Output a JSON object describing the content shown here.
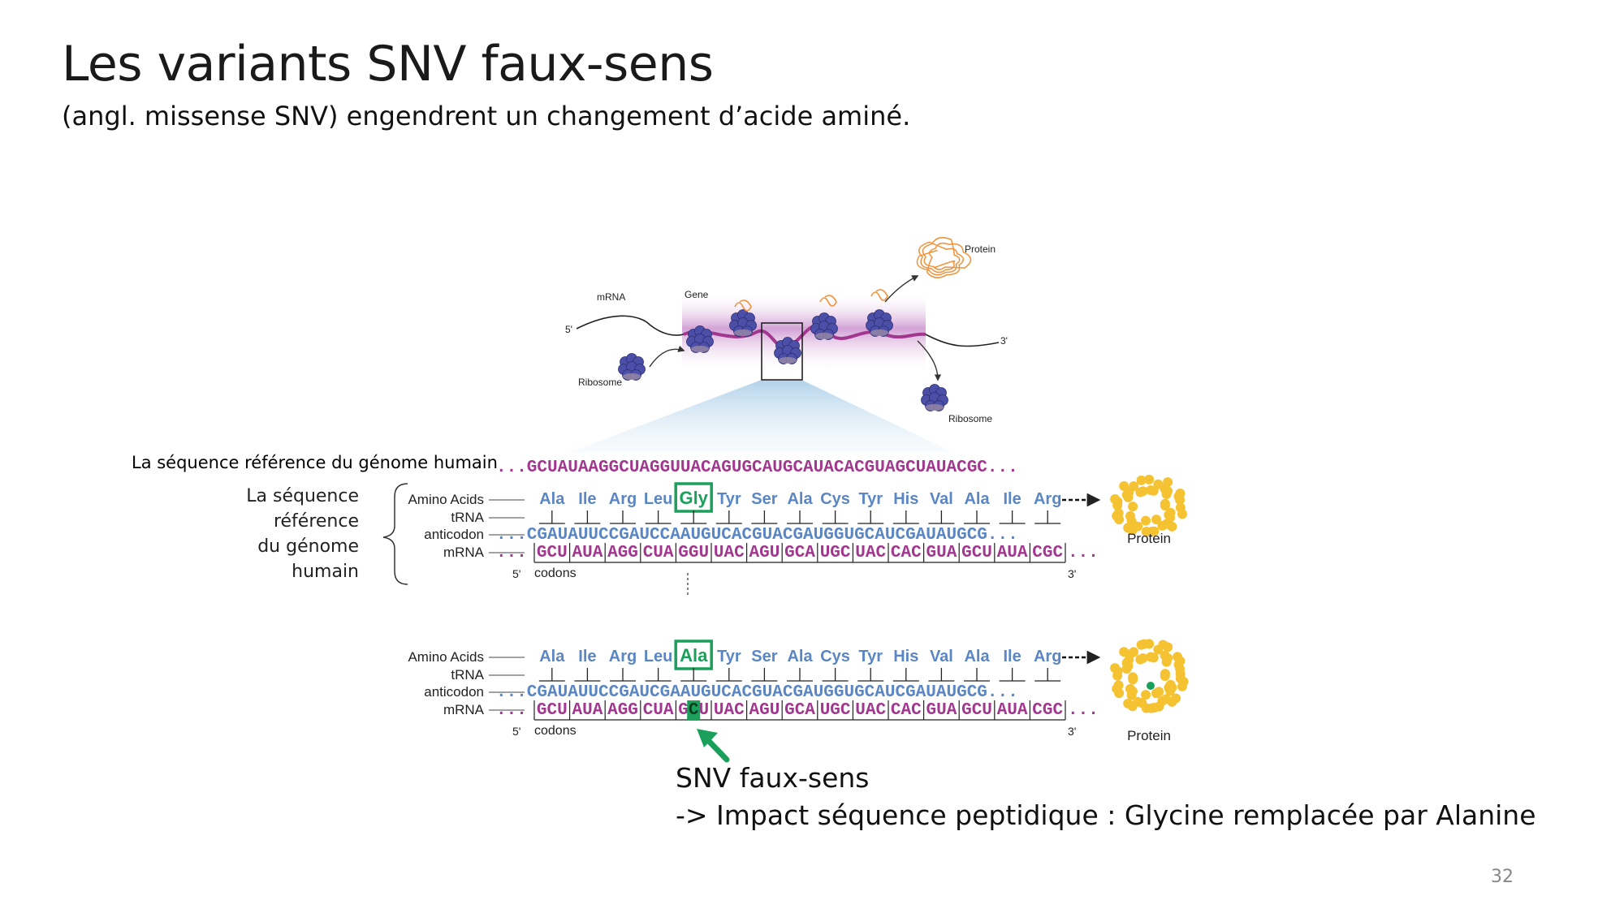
{
  "slide": {
    "title": "Les variants SNV faux-sens",
    "subtitle": "(angl. missense SNV) engendrent un changement d’acide aminé.",
    "page_number": "32"
  },
  "reference_label": "La séquence référence du génome humain",
  "reference_sequence": "...GCUAUAAGGCUAGGUUACAGUGCAUGCAUACACGUAGCUAUACGC...",
  "brace_label": [
    "La séquence",
    "référence",
    "du génome",
    "humain"
  ],
  "overview": {
    "mrna_label": "mRNA",
    "gene_label": "Gene",
    "five_prime": "5'",
    "three_prime": "3'",
    "ribosome_left": "Ribosome",
    "ribosome_right": "Ribosome",
    "protein_label": "Protein"
  },
  "row_labels": {
    "amino_acids": "Amino Acids",
    "trna": "tRNA",
    "anticodon": "anticodon",
    "mrna": "mRNA",
    "five_prime": "5'",
    "codons": "codons",
    "three_prime": "3'",
    "protein": "Protein"
  },
  "reference_panel": {
    "amino_acids": [
      "Ala",
      "Ile",
      "Arg",
      "Leu",
      "Gly",
      "Tyr",
      "Ser",
      "Ala",
      "Cys",
      "Tyr",
      "His",
      "Val",
      "Ala",
      "Ile",
      "Arg"
    ],
    "highlight_index": 4,
    "anticodon": "...CGAUAUUCCGAUCCAAUGUCACGUACGAUGGUGCAUCGAUAUGCG...",
    "mrna_codons": [
      "GCU",
      "AUA",
      "AGG",
      "CUA",
      "GGU",
      "UAC",
      "AGU",
      "GCA",
      "UGC",
      "UAC",
      "CAC",
      "GUA",
      "GCU",
      "AUA",
      "CGC"
    ]
  },
  "variant_panel": {
    "amino_acids": [
      "Ala",
      "Ile",
      "Arg",
      "Leu",
      "Ala",
      "Tyr",
      "Ser",
      "Ala",
      "Cys",
      "Tyr",
      "His",
      "Val",
      "Ala",
      "Ile",
      "Arg"
    ],
    "highlight_index": 4,
    "anticodon": "...CGAUAUUCCGAUCGAAUGUCACGUACGAUGGUGCAUCGAUAUGCG...",
    "mrna_codons": [
      "GCU",
      "AUA",
      "AGG",
      "CUA",
      "GCU",
      "UAC",
      "AGU",
      "GCA",
      "UGC",
      "UAC",
      "CAC",
      "GUA",
      "GCU",
      "AUA",
      "CGC"
    ],
    "variant_base": "C"
  },
  "snv_note": {
    "line1": "SNV faux-sens",
    "line2": "-> Impact séquence peptidique : Glycine remplacée par Alanine"
  },
  "colors": {
    "mrna": "#a2378f",
    "anticodon": "#5b86c4",
    "amino_acid": "#5b86c4",
    "highlight": "#1aa05a",
    "protein": "#f5c232",
    "ribosome": "#4b4fa8"
  }
}
